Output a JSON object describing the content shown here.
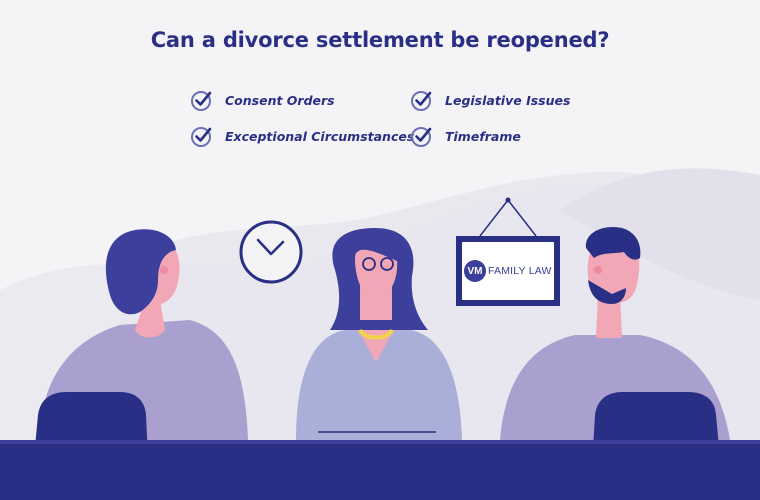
{
  "title": "Can a divorce settlement be reopened?",
  "checklist": [
    {
      "label": "Consent Orders"
    },
    {
      "label": "Legislative Issues"
    },
    {
      "label": "Exceptional Circumstances"
    },
    {
      "label": "Timeframe"
    }
  ],
  "sign": {
    "monogram": "VM",
    "text": "FAMILY LAW"
  },
  "icons": {
    "check": "check-circle-icon",
    "clock": "clock-icon"
  },
  "colors": {
    "navy": "#2a2f86",
    "purple_blue": "#3c3f9c",
    "lavender": "#a9afd9",
    "pink": "#f1a7b5",
    "background": "#f4f4f6"
  }
}
